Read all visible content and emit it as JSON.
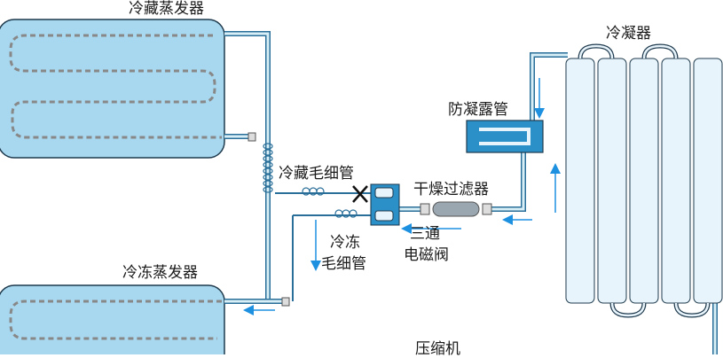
{
  "labels": {
    "fridge_evaporator": "冷藏蒸发器",
    "condenser": "冷凝器",
    "anti_condensation_pipe": "防凝露管",
    "fridge_capillary": "冷藏毛细管",
    "dryer_filter": "干燥过滤器",
    "freezer_capillary_line1": "冷冻",
    "freezer_capillary_line2": "毛细管",
    "three_way_valve_line1": "三通",
    "three_way_valve_line2": "电磁阀",
    "freezer_evaporator": "冷冻蒸发器",
    "compressor": "压缩机"
  },
  "colors": {
    "evaporator_fill": "#a7d8ef",
    "evaporator_stroke": "#1f3a4d",
    "pipe_fill": "#d9eff8",
    "pipe_stroke": "#2a6f99",
    "flow_arrow": "#1e90e0",
    "valve_block": "#2b8fc8",
    "anti_condensation_block": "#2b8fc8",
    "dashed_coil": "#888888",
    "x_mark": "#111111"
  },
  "icons": {
    "valve_closed_marker": "x-mark",
    "flow_direction": "arrow"
  }
}
